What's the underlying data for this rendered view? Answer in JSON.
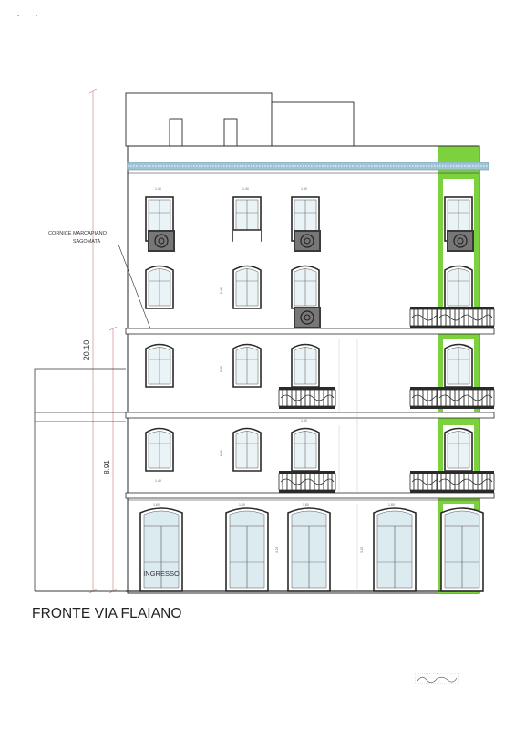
{
  "drawing": {
    "title": "FRONTE VIA FLAIANO",
    "annotation_line1": "CORNICE MARCAPIANO",
    "annotation_line2": "SAGOMATA",
    "entrance_label": "INGRESSO",
    "total_height": "20.10",
    "lower_height": "8.91",
    "window_width": "1.40",
    "window_height": "2.40",
    "shop_width": "1.80",
    "door_height": "3.20"
  },
  "colors": {
    "line": "#2a2a2a",
    "dimension": "#c97a7a",
    "accent_green": "#7cd23c",
    "cornice_blue": "#9fc4d6",
    "glass": "#cfe3ea"
  }
}
